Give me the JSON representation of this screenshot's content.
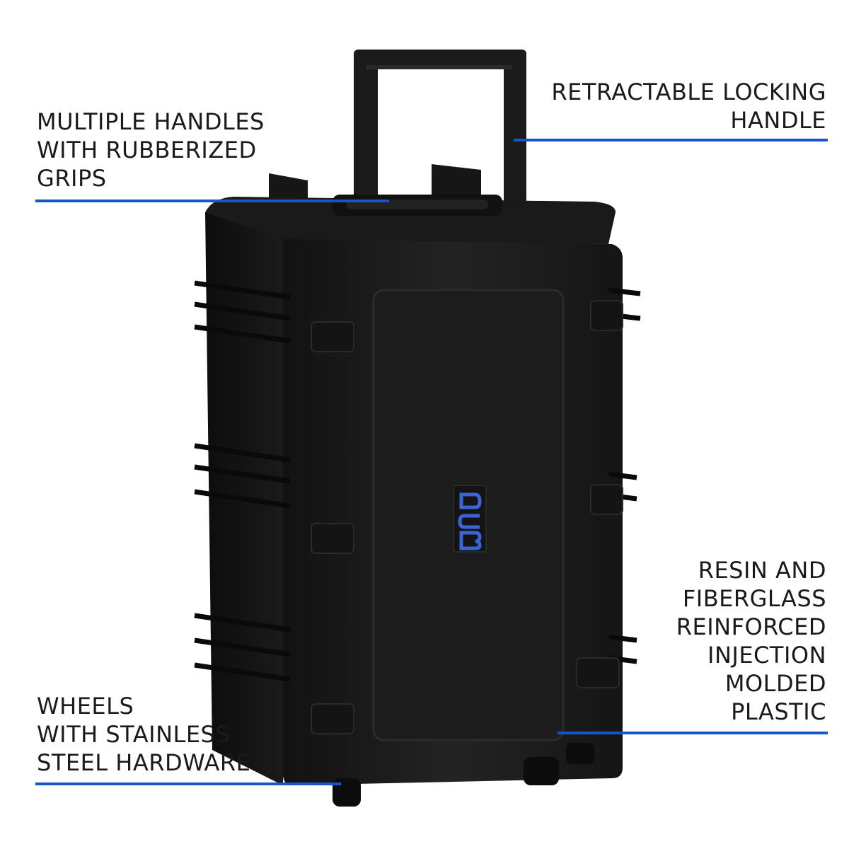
{
  "accent_color": "#1457c8",
  "case_color": "#1e1e1e",
  "logo": {
    "text": "DCB",
    "color": "#3a64d8"
  },
  "callouts": [
    {
      "id": "handles",
      "lines": [
        "MULTIPLE HANDLES",
        "WITH RUBBERIZED",
        "GRIPS"
      ]
    },
    {
      "id": "locking",
      "lines": [
        "RETRACTABLE LOCKING",
        "HANDLE"
      ]
    },
    {
      "id": "wheels",
      "lines": [
        "WHEELS",
        "WITH STAINLESS",
        "STEEL HARDWARE"
      ]
    },
    {
      "id": "resin",
      "lines": [
        "RESIN AND",
        "FIBERGLASS",
        "REINFORCED",
        "INJECTION",
        "MOLDED",
        "PLASTIC"
      ]
    }
  ]
}
